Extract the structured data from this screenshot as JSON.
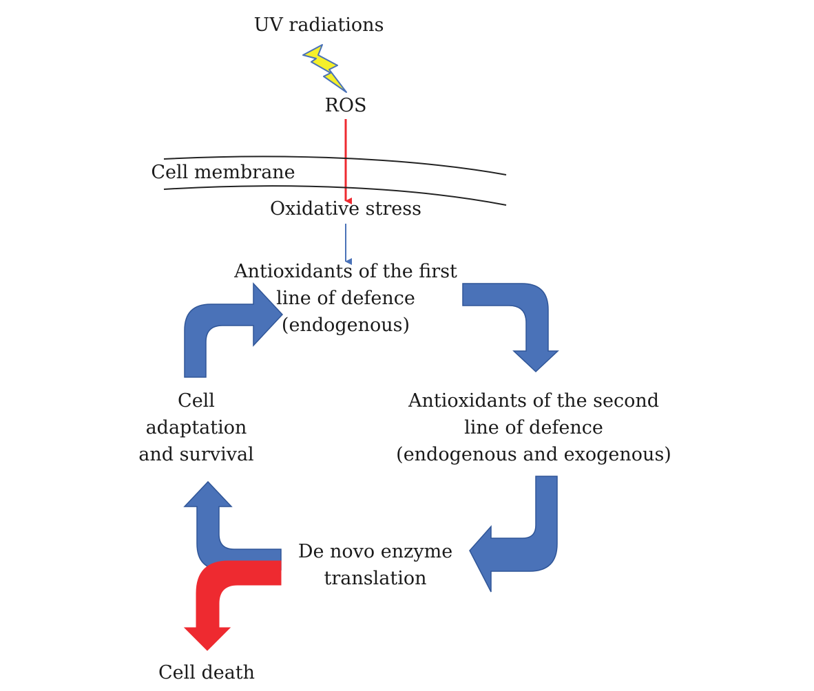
{
  "labels": {
    "uv": "UV radiations",
    "ros": "ROS",
    "membrane": "Cell membrane",
    "oxidative": "Oxidative stress",
    "first_line": [
      "Antioxidants of the first",
      "line of defence",
      "(endogenous)"
    ],
    "second_line": [
      "Antioxidants of the second",
      "line of defence",
      "(endogenous and exogenous)"
    ],
    "adaptation": [
      "Cell",
      "adaptation",
      "and survival"
    ],
    "denovo": [
      "De novo enzyme",
      "translation"
    ],
    "death": "Cell death"
  },
  "colors": {
    "blue_arrow": "#4a72b8",
    "blue_arrow_edge": "#2f5597",
    "red_arrow": "#ee2a30",
    "lightning_fill": "#f5ef2a",
    "lightning_edge": "#4a72b8",
    "membrane_line": "#222222"
  },
  "icons": {
    "lightning": "lightning-bolt-icon"
  }
}
